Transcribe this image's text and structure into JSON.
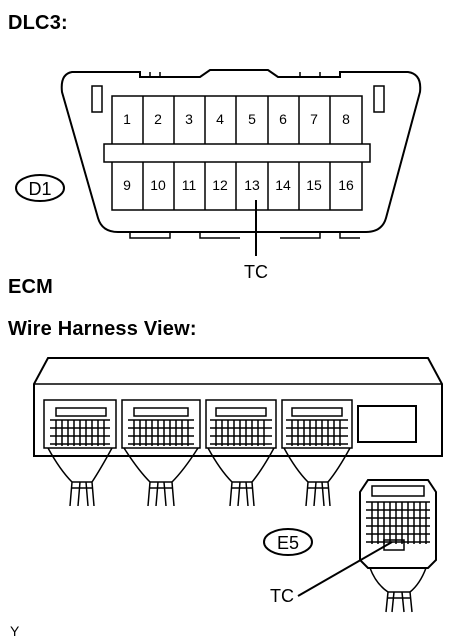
{
  "headings": {
    "dlc3": "DLC3:",
    "ecm": "ECM",
    "wire_harness_view": "Wire Harness View:"
  },
  "connectors": {
    "dlc3_code": "D1",
    "ecm_code": "E5"
  },
  "terminals": {
    "dlc3_tc": "TC",
    "ecm_tc": "TC"
  },
  "dlc3_pins": {
    "top": [
      "1",
      "2",
      "3",
      "4",
      "5",
      "6",
      "7",
      "8"
    ],
    "bottom": [
      "9",
      "10",
      "11",
      "12",
      "13",
      "14",
      "15",
      "16"
    ]
  },
  "footer": {
    "code": "Y"
  }
}
